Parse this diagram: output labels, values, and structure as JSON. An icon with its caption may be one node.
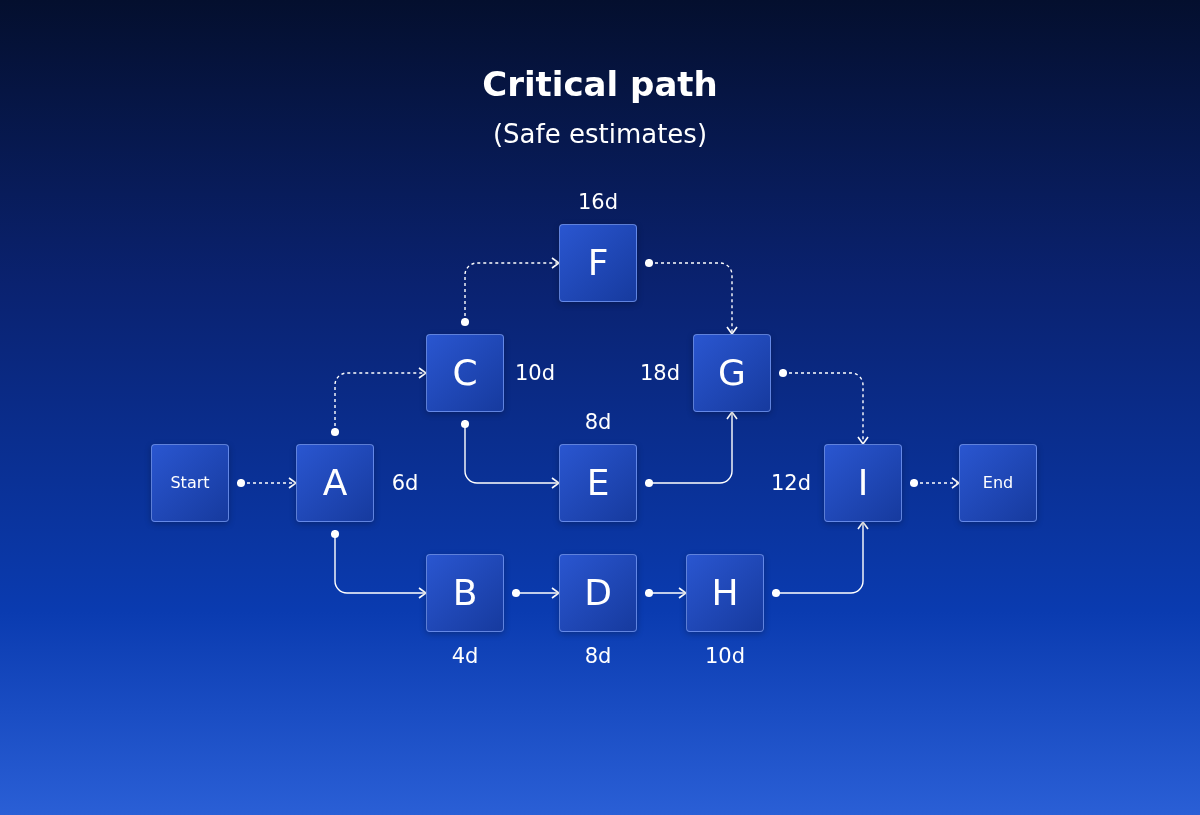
{
  "diagram": {
    "title": "Critical path",
    "nodes": [
      {
        "text": [
          "F"
        ],
        "beside": [
          "16d"
        ]
      },
      {
        "text": [
          "C"
        ],
        "beside": [
          "10d"
        ]
      },
      {
        "text": [
          "G"
        ],
        "beside": [
          "18d"
        ]
      },
      {
        "text": [
          "E"
        ],
        "beside": [
          "8d"
        ]
      },
      {
        "text": [
          "Start"
        ]
      },
      {
        "text": [
          "A"
        ],
        "beside": [
          "6d"
        ]
      },
      {
        "text": [
          "I"
        ],
        "beside": [
          "12d"
        ]
      },
      {
        "text": [
          "End"
        ]
      },
      {
        "text": [
          "B"
        ],
        "beside": [
          "4d"
        ]
      },
      {
        "text": [
          "D"
        ],
        "beside": [
          "8d"
        ]
      },
      {
        "text": [
          "H"
        ],
        "beside": [
          "10d"
        ]
      }
    ],
    "edges": [
      {
        "from": 4,
        "to": 5,
        "arrow": "to",
        "style": "dashed"
      },
      {
        "from": 5,
        "to": 1,
        "arrow": "to",
        "style": "dashed"
      },
      {
        "from": 1,
        "to": 0,
        "arrow": "to",
        "style": "dashed"
      },
      {
        "from": 0,
        "to": 2,
        "arrow": "to",
        "style": "dashed"
      },
      {
        "from": 2,
        "to": 6,
        "arrow": "to",
        "style": "dashed"
      },
      {
        "from": 6,
        "to": 7,
        "arrow": "to",
        "style": "dashed"
      },
      {
        "from": 1,
        "to": 3,
        "arrow": "to"
      },
      {
        "from": 3,
        "to": 2,
        "arrow": "to"
      },
      {
        "from": 5,
        "to": 8,
        "arrow": "to"
      },
      {
        "from": 8,
        "to": 9,
        "arrow": "to"
      },
      {
        "from": 9,
        "to": 10,
        "arrow": "to"
      },
      {
        "from": 10,
        "to": 6,
        "arrow": "to"
      }
    ],
    "labels": [
      "(Safe estimates)"
    ]
  }
}
